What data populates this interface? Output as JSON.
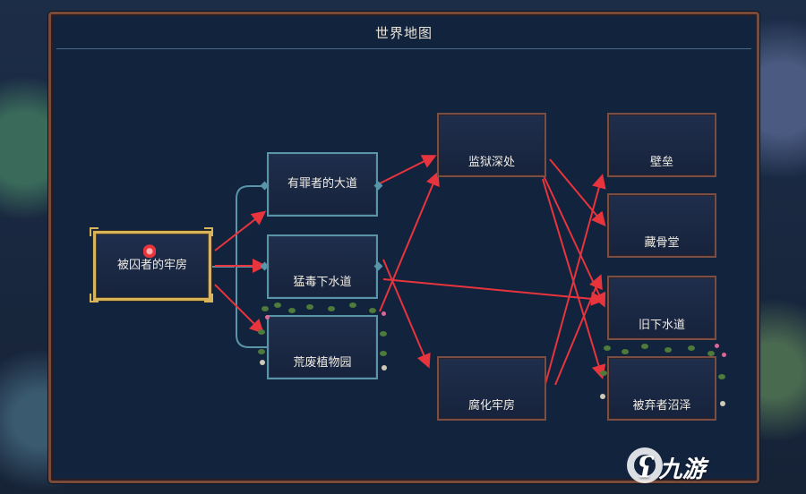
{
  "window": {
    "title": "世界地图"
  },
  "nodes": {
    "start": {
      "label": "被囚者的牢房"
    },
    "sinners": {
      "label": "有罪者的大道"
    },
    "toxic": {
      "label": "猛毒下水道"
    },
    "arboretum": {
      "label": "荒废植物园"
    },
    "depths": {
      "label": "监狱深处"
    },
    "corrupted": {
      "label": "腐化牢房"
    },
    "ramparts": {
      "label": "壁垒"
    },
    "ossuary": {
      "label": "藏骨堂"
    },
    "old_sewers": {
      "label": "旧下水道"
    },
    "swamp": {
      "label": "被弃者沼泽"
    }
  },
  "watermark": {
    "text": "九游"
  },
  "colors": {
    "path_blue": "#5a94a8",
    "arrow_red": "#e8343c",
    "current_gold": "#d8b45a",
    "locked_brown": "#7a4e42"
  }
}
